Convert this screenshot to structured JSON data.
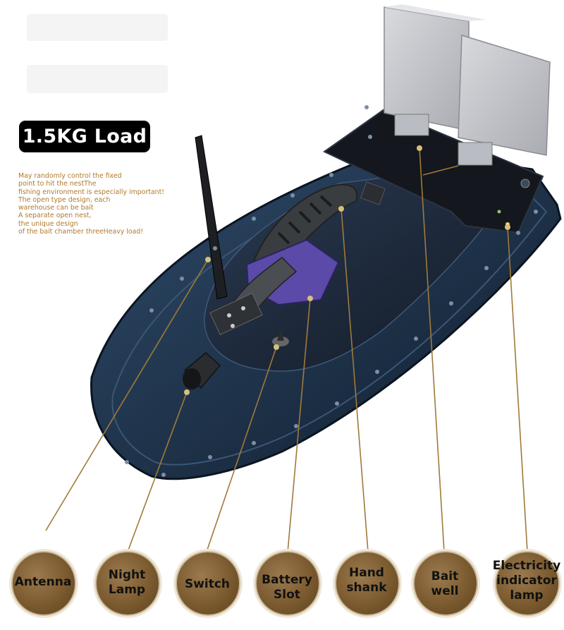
{
  "badge": {
    "text": "1.5KG Load"
  },
  "description": {
    "lines": [
      "May randomly control the fixed",
      " point to hit the nestThe",
      " fishing environment is especially important!",
      "The open type design, each",
      "warehouse can be bait",
      "A separate open nest,",
      " the unique design",
      "of the bait chamber threeHeavy load!"
    ]
  },
  "callouts": [
    {
      "lines": [
        "Antenna"
      ]
    },
    {
      "lines": [
        "Night",
        "Lamp"
      ]
    },
    {
      "lines": [
        "Switch"
      ]
    },
    {
      "lines": [
        "Battery",
        "Slot"
      ]
    },
    {
      "lines": [
        "Hand",
        "shank"
      ]
    },
    {
      "lines": [
        "Bait",
        "well"
      ]
    },
    {
      "lines": [
        "Electricity",
        "indicator",
        "lamp"
      ]
    }
  ],
  "colors": {
    "hull": "#1c2f45",
    "deck": "#1a2232",
    "lid": "#c5c7cc",
    "callout_line": "#a07a3a",
    "circle_fill": "#7a5a2e",
    "description_text": "#b07a2c"
  }
}
